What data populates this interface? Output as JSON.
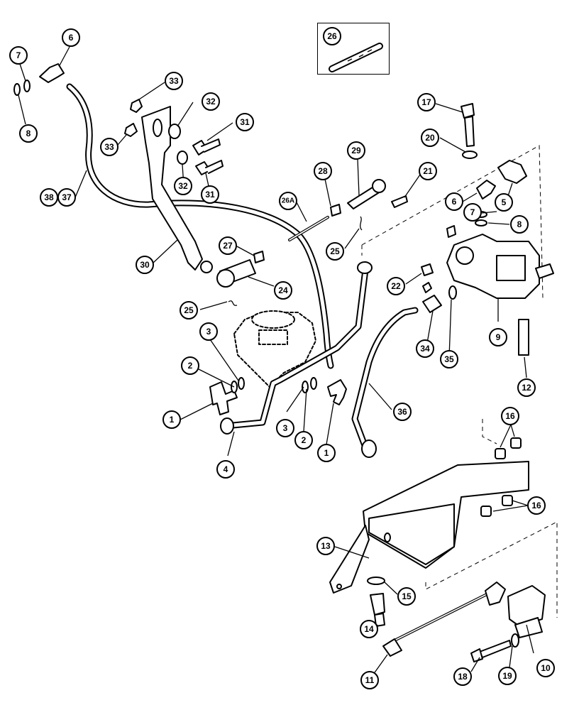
{
  "callouts": [
    {
      "id": "c-1a",
      "label": "1"
    },
    {
      "id": "c-1b",
      "label": "1"
    },
    {
      "id": "c-2a",
      "label": "2"
    },
    {
      "id": "c-2b",
      "label": "2"
    },
    {
      "id": "c-3a",
      "label": "3"
    },
    {
      "id": "c-3b",
      "label": "3"
    },
    {
      "id": "c-4",
      "label": "4"
    },
    {
      "id": "c-5",
      "label": "5"
    },
    {
      "id": "c-6a",
      "label": "6"
    },
    {
      "id": "c-6b",
      "label": "6"
    },
    {
      "id": "c-7a",
      "label": "7"
    },
    {
      "id": "c-7b",
      "label": "7"
    },
    {
      "id": "c-8a",
      "label": "8"
    },
    {
      "id": "c-8b",
      "label": "8"
    },
    {
      "id": "c-9",
      "label": "9"
    },
    {
      "id": "c-10",
      "label": "10"
    },
    {
      "id": "c-11",
      "label": "11"
    },
    {
      "id": "c-12",
      "label": "12"
    },
    {
      "id": "c-13",
      "label": "13"
    },
    {
      "id": "c-14",
      "label": "14"
    },
    {
      "id": "c-15",
      "label": "15"
    },
    {
      "id": "c-16a",
      "label": "16"
    },
    {
      "id": "c-16b",
      "label": "16"
    },
    {
      "id": "c-17",
      "label": "17"
    },
    {
      "id": "c-18",
      "label": "18"
    },
    {
      "id": "c-19",
      "label": "19"
    },
    {
      "id": "c-20",
      "label": "20"
    },
    {
      "id": "c-21",
      "label": "21"
    },
    {
      "id": "c-22",
      "label": "22"
    },
    {
      "id": "c-24",
      "label": "24"
    },
    {
      "id": "c-25a",
      "label": "25"
    },
    {
      "id": "c-25b",
      "label": "25"
    },
    {
      "id": "c-26",
      "label": "26"
    },
    {
      "id": "c-26A",
      "label": "26A"
    },
    {
      "id": "c-27",
      "label": "27"
    },
    {
      "id": "c-28",
      "label": "28"
    },
    {
      "id": "c-29",
      "label": "29"
    },
    {
      "id": "c-30",
      "label": "30"
    },
    {
      "id": "c-31a",
      "label": "31"
    },
    {
      "id": "c-31b",
      "label": "31"
    },
    {
      "id": "c-32a",
      "label": "32"
    },
    {
      "id": "c-32b",
      "label": "32"
    },
    {
      "id": "c-33a",
      "label": "33"
    },
    {
      "id": "c-33b",
      "label": "33"
    },
    {
      "id": "c-34",
      "label": "34"
    },
    {
      "id": "c-35",
      "label": "35"
    },
    {
      "id": "c-36",
      "label": "36"
    },
    {
      "id": "c-37",
      "label": "37"
    },
    {
      "id": "c-38",
      "label": "38"
    }
  ]
}
